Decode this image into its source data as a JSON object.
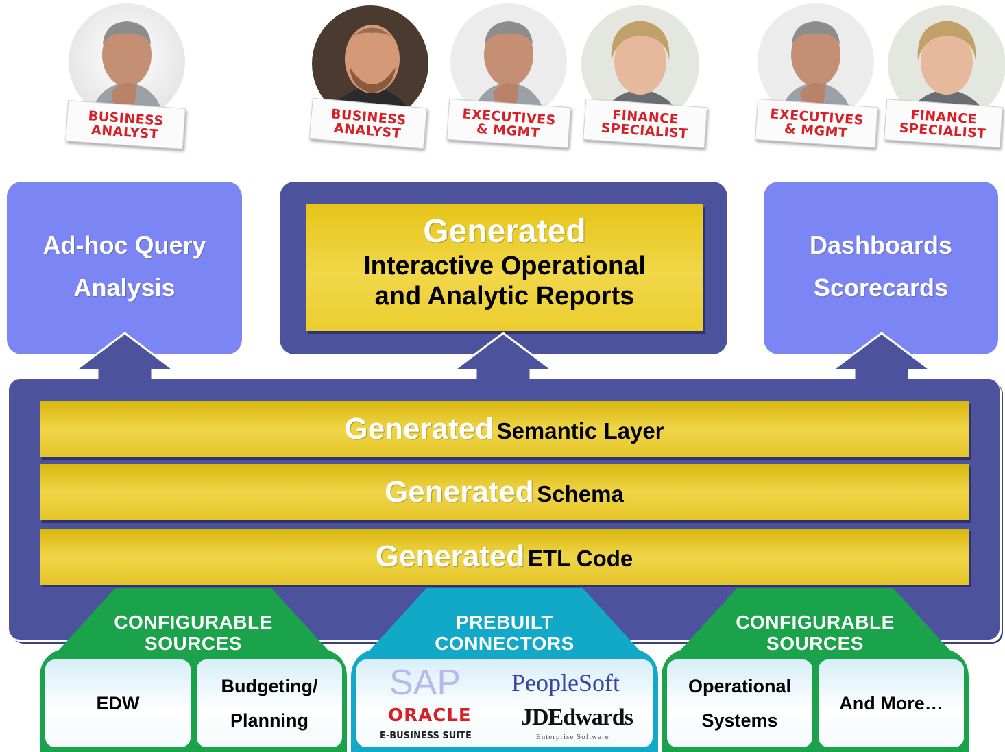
{
  "personas": [
    {
      "tag_line1": "BUSINESS",
      "tag_line2": "ANALYST"
    },
    {
      "tag_line1": "BUSINESS",
      "tag_line2": "ANALYST"
    },
    {
      "tag_line1": "EXECUTIVES",
      "tag_line2": "& MGMT"
    },
    {
      "tag_line1": "FINANCE",
      "tag_line2": "SPECIALIST"
    },
    {
      "tag_line1": "EXECUTIVES",
      "tag_line2": "& MGMT"
    },
    {
      "tag_line1": "FINANCE",
      "tag_line2": "SPECIALIST"
    }
  ],
  "outputs": {
    "adhoc": {
      "line1": "Ad-hoc Query",
      "line2": "Analysis"
    },
    "reports": {
      "generated": "Generated",
      "line1": "Interactive Operational",
      "line2": "and Analytic Reports"
    },
    "dashboards": {
      "line1": "Dashboards",
      "line2": "Scorecards"
    }
  },
  "layers": [
    {
      "generated": "Generated",
      "name": "Semantic Layer"
    },
    {
      "generated": "Generated",
      "name": "Schema"
    },
    {
      "generated": "Generated",
      "name": "ETL Code"
    }
  ],
  "sources": {
    "left": {
      "label_line1": "CONFIGURABLE",
      "label_line2": "SOURCES",
      "cells": [
        "EDW",
        "Budgeting/\nPlanning"
      ]
    },
    "middle": {
      "label_line1": "PREBUILT",
      "label_line2": "CONNECTORS",
      "logos": {
        "sap": "SAP",
        "peoplesoft": "PeopleSoft",
        "oracle": "ORACLE",
        "oracle_sub": "E-BUSINESS SUITE",
        "jde": "JDEdwards",
        "jde_sub": "Enterprise Software"
      }
    },
    "right": {
      "label_line1": "CONFIGURABLE",
      "label_line2": "SOURCES",
      "cells": [
        "Operational\nSystems",
        "And More…"
      ]
    }
  },
  "colors": {
    "light_box": "#7b86f4",
    "dark_box": "#4c539c",
    "gold": "#ecd03a",
    "source_green": "#1aa34a",
    "source_teal": "#12a9c9",
    "tag_red": "#d61f26"
  }
}
